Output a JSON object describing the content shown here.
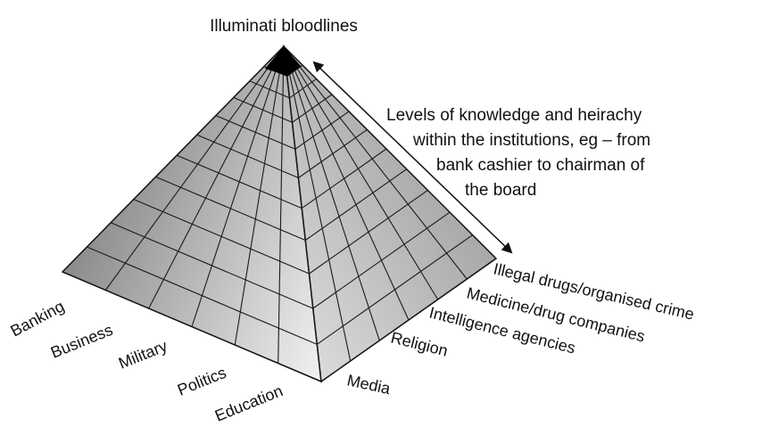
{
  "apex_label": "Illuminati bloodlines",
  "annotation_lines": [
    "Levels of knowledge and heirachy",
    "within the institutions, eg – from",
    "bank cashier to chairman of",
    "the board"
  ],
  "left_face_labels": [
    "Banking",
    "Business",
    "Military",
    "Politics",
    "Education"
  ],
  "right_face_labels": [
    "Media",
    "Religion",
    "Intelligence agencies",
    "Medicine/drug companies",
    "Illegal drugs/organised crime"
  ],
  "colors": {
    "left_face_light": "#f2f2f2",
    "left_face_dark": "#8a8a8a",
    "right_face_light": "#dadada",
    "right_face_dark": "#a8a8a8",
    "apex": "#000000",
    "grid": "#1a1a1a"
  },
  "icons": {
    "annotation_arrow": "double-headed-arrow"
  }
}
